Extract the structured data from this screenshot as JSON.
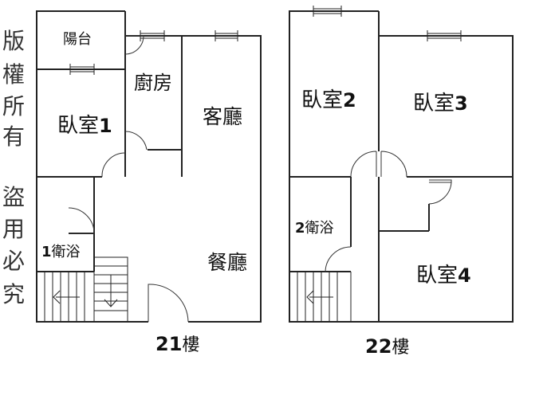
{
  "watermark": [
    "版",
    "權",
    "所",
    "有",
    "盜",
    "用",
    "必",
    "究"
  ],
  "floor21": {
    "balcony": "陽台",
    "kitchen": "廚房",
    "living": "客廳",
    "dining": "餐廳",
    "bedroom1": {
      "name": "臥室",
      "num": "1"
    },
    "bath1": {
      "num": "1",
      "name": "衛浴"
    },
    "caption": {
      "num": "21",
      "unit": "樓"
    }
  },
  "floor22": {
    "bedroom2": {
      "name": "臥室",
      "num": "2"
    },
    "bedroom3": {
      "name": "臥室",
      "num": "3"
    },
    "bedroom4": {
      "name": "臥室",
      "num": "4"
    },
    "bath2": {
      "num": "2",
      "name": "衛浴"
    },
    "caption": {
      "num": "22",
      "unit": "樓"
    }
  }
}
